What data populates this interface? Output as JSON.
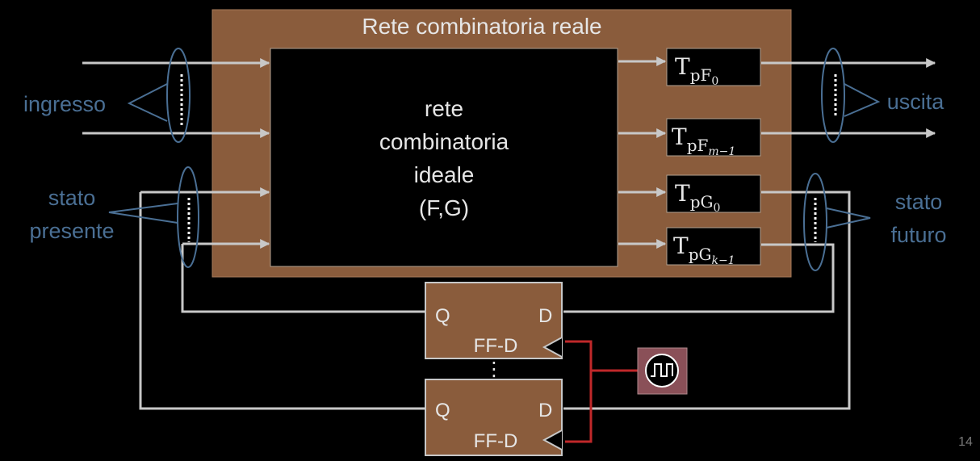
{
  "outer_title": "Rete combinatoria reale",
  "core_lines": [
    "rete",
    "combinatoria",
    "ideale",
    "(F,G)"
  ],
  "labels": {
    "input": "ingresso",
    "output": "uscita",
    "present_state": [
      "stato",
      "presente"
    ],
    "next_state": [
      "stato",
      "futuro"
    ]
  },
  "delays": [
    {
      "main": "T",
      "sub": "pF",
      "subsub": "0"
    },
    {
      "main": "T",
      "sub": "pF",
      "subsub": "m−1"
    },
    {
      "main": "T",
      "sub": "pG",
      "subsub": "0"
    },
    {
      "main": "T",
      "sub": "pG",
      "subsub": "k−1"
    }
  ],
  "flipflops": [
    {
      "q": "Q",
      "d": "D",
      "name": "FF-D"
    },
    {
      "q": "Q",
      "d": "D",
      "name": "FF-D"
    }
  ],
  "ff_ellipsis": "⋮",
  "clock_icon": "clock-pulse-icon",
  "page_number": "14",
  "colors": {
    "outer_box": "#8a5c3c",
    "label_blue": "#4a6f94",
    "wire": "#c8c8c8",
    "clock_wire": "#c0282a",
    "clock_box": "#8a5058"
  }
}
